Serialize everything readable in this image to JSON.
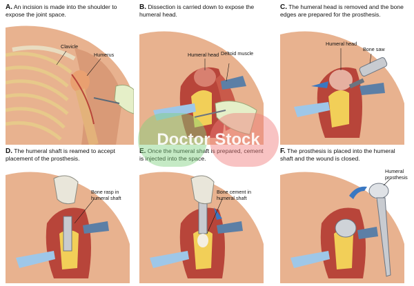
{
  "panels": [
    {
      "letter": "A.",
      "caption": "An incision is made into the shoulder to expose the joint space.",
      "labels": [
        "Clavicle",
        "Humerus"
      ]
    },
    {
      "letter": "B.",
      "caption": "Dissection is carried down to expose the humeral head.",
      "labels": [
        "Humeral head",
        "Deltoid muscle"
      ]
    },
    {
      "letter": "C.",
      "caption": "The humeral head is removed and the bone edges are prepared for the prosthesis.",
      "labels": [
        "Humeral head",
        "Bone saw"
      ]
    },
    {
      "letter": "D.",
      "caption": "The humeral shaft is reamed to accept placement of the prosthesis.",
      "labels": [
        "Bone rasp in",
        "humeral shaft"
      ]
    },
    {
      "letter": "E.",
      "caption": "Once the humeral shaft is prepared, cement is injected into the space.",
      "labels": [
        "Bone cement in",
        "humeral shaft"
      ]
    },
    {
      "letter": "F.",
      "caption": "The prosthesis is placed into the humeral shaft and the wound is closed.",
      "labels": [
        "Humeral",
        "prosthesis"
      ]
    }
  ],
  "watermark": {
    "text": "Doctor Stock",
    "colors": [
      "#7fd07f",
      "#f07a7a"
    ]
  },
  "colors": {
    "skin": "#e8b28f",
    "skin_shadow": "#c9896a",
    "muscle": "#b8453a",
    "fat": "#f2cf58",
    "retractor": "#9ec7e8",
    "bone": "#e9dcc0",
    "glove": "#e5efc8",
    "metal": "#c8cbd0"
  }
}
